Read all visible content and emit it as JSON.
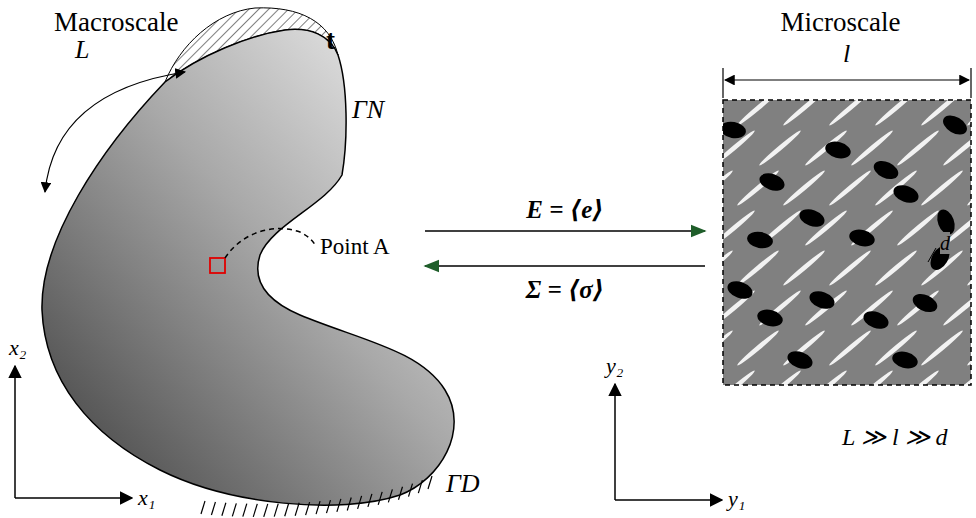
{
  "diagram": {
    "nodes": [
      {
        "text": [
          "Macroscale"
        ]
      },
      {
        "text": [
          "Microscale"
        ]
      }
    ],
    "edges": [
      {
        "from": 0,
        "to": 1,
        "label": "E = ⟨e⟩",
        "arrow": "to"
      },
      {
        "from": 1,
        "to": 0,
        "label": "Σ = ⟨σ⟩",
        "arrow": "to"
      }
    ],
    "labels": [
      "L",
      "t",
      "ΓN",
      "Point A",
      "x₂",
      "x₁",
      "y₂",
      "y₁",
      "l",
      "d",
      "ΓD",
      "L ≫ l ≫ d"
    ]
  }
}
